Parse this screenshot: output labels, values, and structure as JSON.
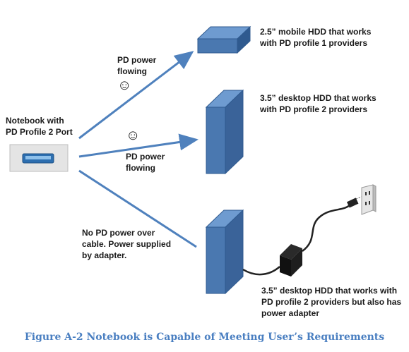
{
  "notebook": {
    "label_line1": "Notebook with",
    "label_line2": "PD Profile 2 Port"
  },
  "arrow1": {
    "line1": "PD power",
    "line2": "flowing",
    "emoji": "☺"
  },
  "arrow2": {
    "emoji": "☺",
    "line1": "PD power",
    "line2": "flowing"
  },
  "arrow3": {
    "line1": "No PD power over",
    "line2": "cable. Power supplied",
    "line3": "by adapter."
  },
  "device1": {
    "line1": "2.5” mobile HDD that works",
    "line2": "with PD profile 1 providers"
  },
  "device2": {
    "line1": "3.5” desktop HDD that works",
    "line2": "with PD profile 2 providers"
  },
  "device3": {
    "line1": "3.5” desktop HDD that works with",
    "line2": "PD profile 2 providers but also has",
    "line3": "power adapter"
  },
  "caption": "Figure A-2 Notebook is Capable of Meeting User’s Requirements",
  "colors": {
    "arrow": "#4f81bd",
    "box_front": "#4a78b0",
    "box_top": "#6e9bd0",
    "box_side": "#2f5a8f",
    "caption": "#4a7fc1"
  }
}
